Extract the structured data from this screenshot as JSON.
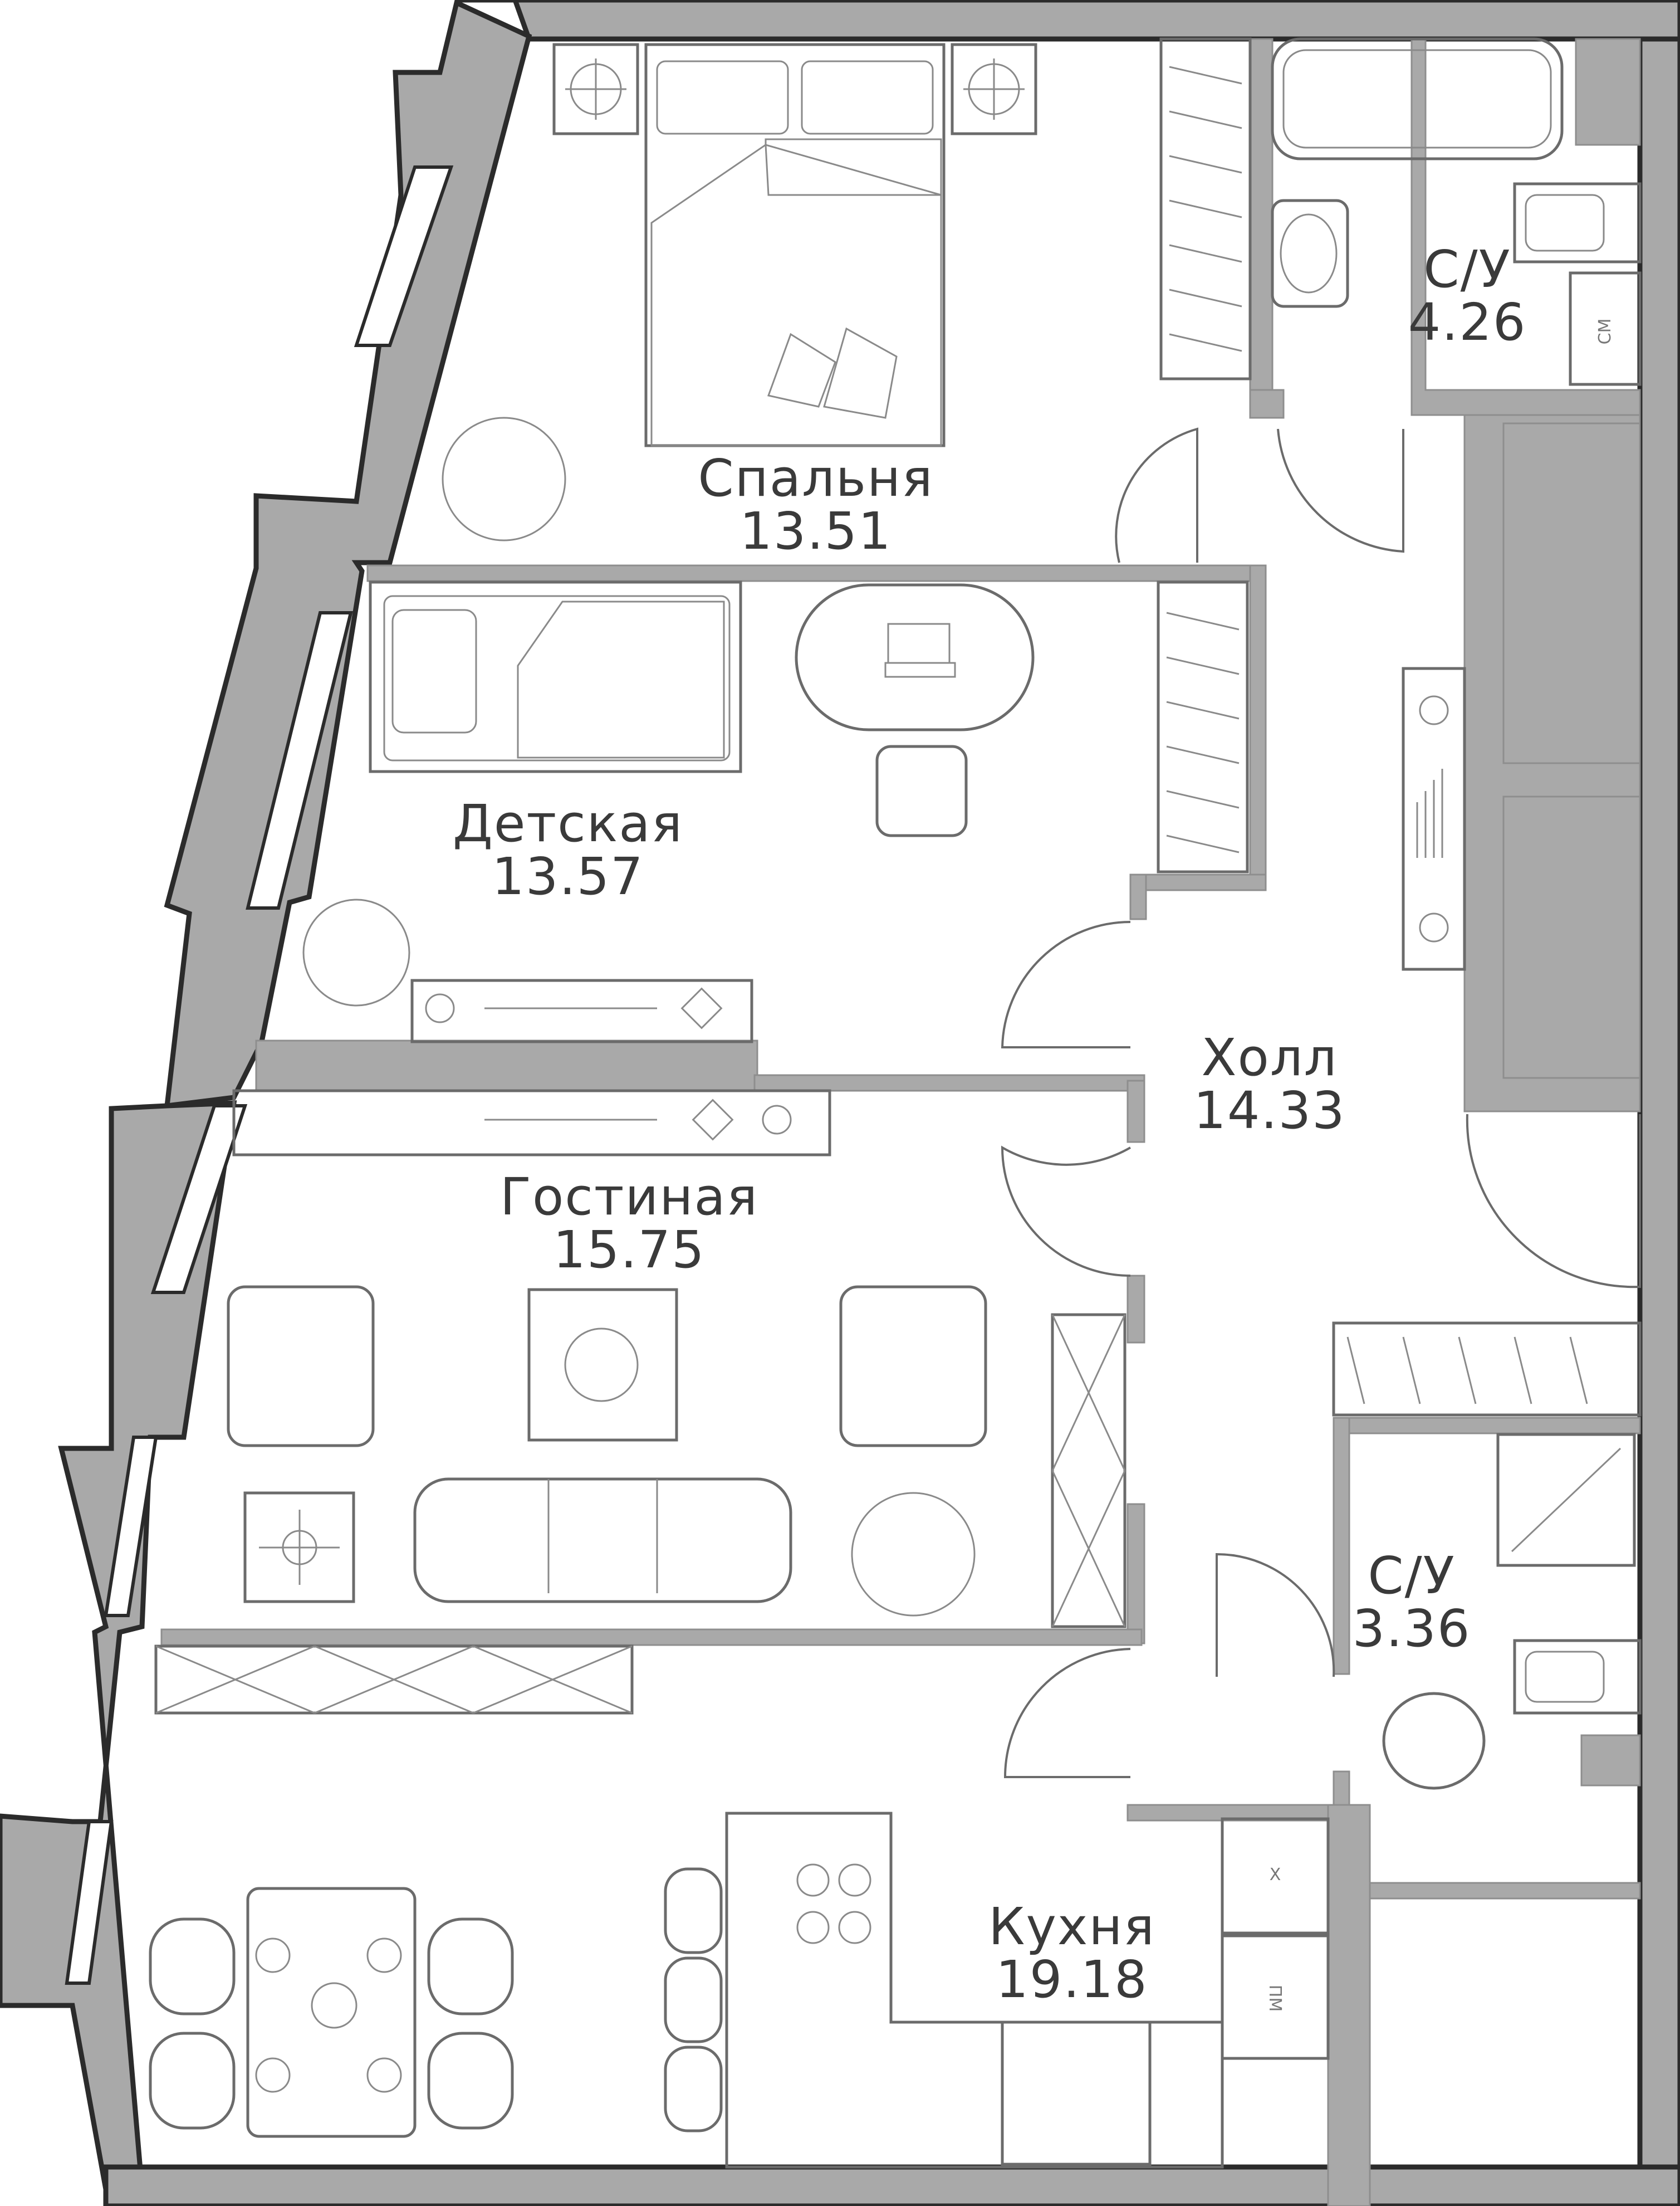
{
  "rooms": {
    "bedroom": {
      "name": "Спальня",
      "area": "13.51"
    },
    "kids": {
      "name": "Детская",
      "area": "13.57"
    },
    "living": {
      "name": "Гостиная",
      "area": "15.75"
    },
    "hall": {
      "name": "Холл",
      "area": "14.33"
    },
    "bath1": {
      "name": "С/У",
      "area": "4.26"
    },
    "bath2": {
      "name": "С/У",
      "area": "3.36"
    },
    "kitchen": {
      "name": "Кухня",
      "area": "19.18"
    }
  },
  "marks": {
    "washing_machine": "СМ",
    "dishwasher": "ПМ",
    "fridge": "Х"
  },
  "colors": {
    "wall_fill": "#a9a9a9",
    "wall_stroke": "#2b2b2b",
    "fixture_stroke": "#6b6b6b",
    "label": "#3a3a3a"
  }
}
